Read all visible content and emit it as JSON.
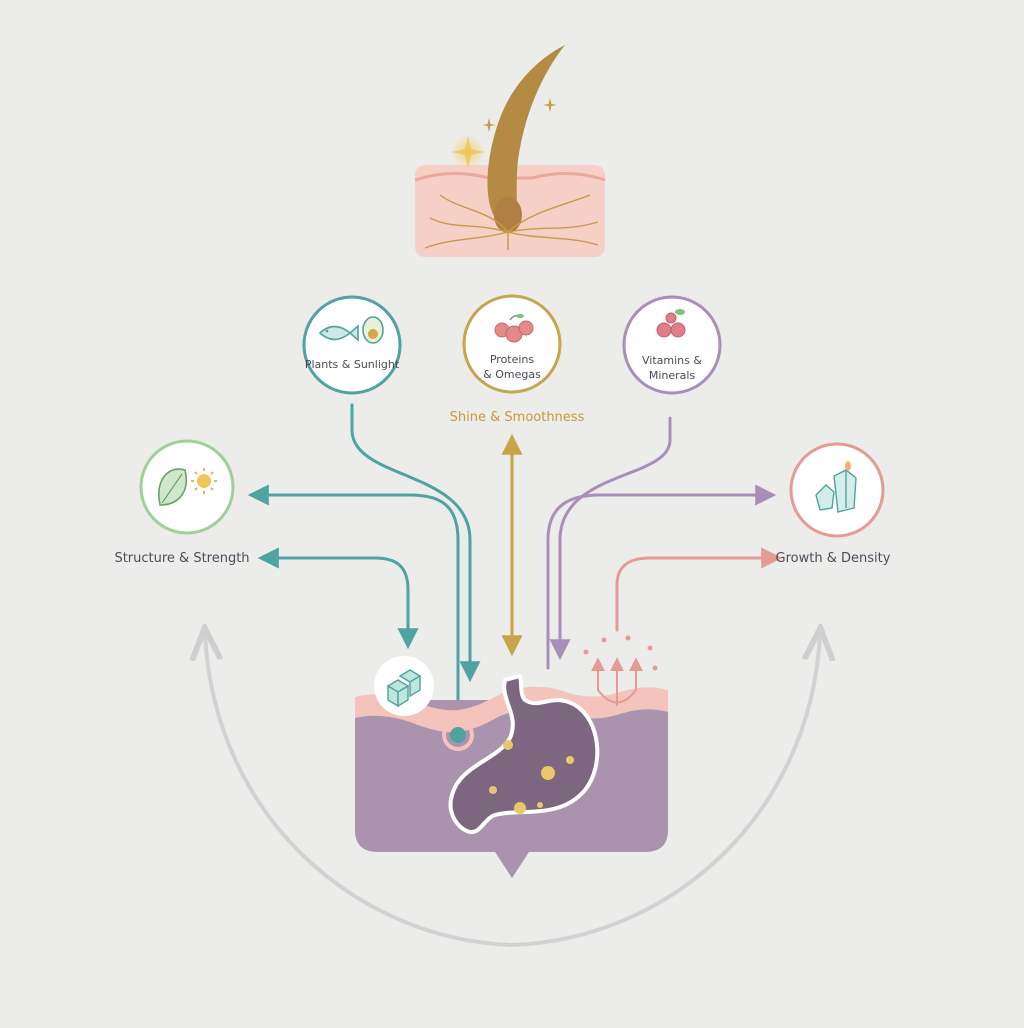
{
  "nutrients": {
    "teal": {
      "label": "Plants & Sunlight"
    },
    "gold": {
      "label_line1": "Proteins",
      "label_line2": "& Omegas"
    },
    "purple": {
      "label_line1": "Vitamins &",
      "label_line2": "Minerals"
    }
  },
  "benefits": {
    "shine": "Shine & Smoothness",
    "structure": "Structure & Strength",
    "growth": "Growth & Density"
  },
  "colors": {
    "background": "#ececeb",
    "teal": "#4fa3a0",
    "gold": "#c9a54a",
    "purple": "#a98fb8",
    "coral": "#e59a94",
    "green": "#9fcf9b",
    "gut": "#a993ad",
    "skin": "#f6cfc6",
    "hair": "#b48a45",
    "loop": "#cfcfcf"
  },
  "icons": {
    "hair_follicle": "hair-follicle-icon",
    "fish": "fish-icon",
    "avocado": "avocado-icon",
    "berries": "berries-icon",
    "cherries": "cherries-icon",
    "leaf": "leaf-icon",
    "sun": "sun-icon",
    "crystals": "crystals-icon",
    "cubes": "cubes-icon",
    "stomach": "stomach-icon"
  }
}
